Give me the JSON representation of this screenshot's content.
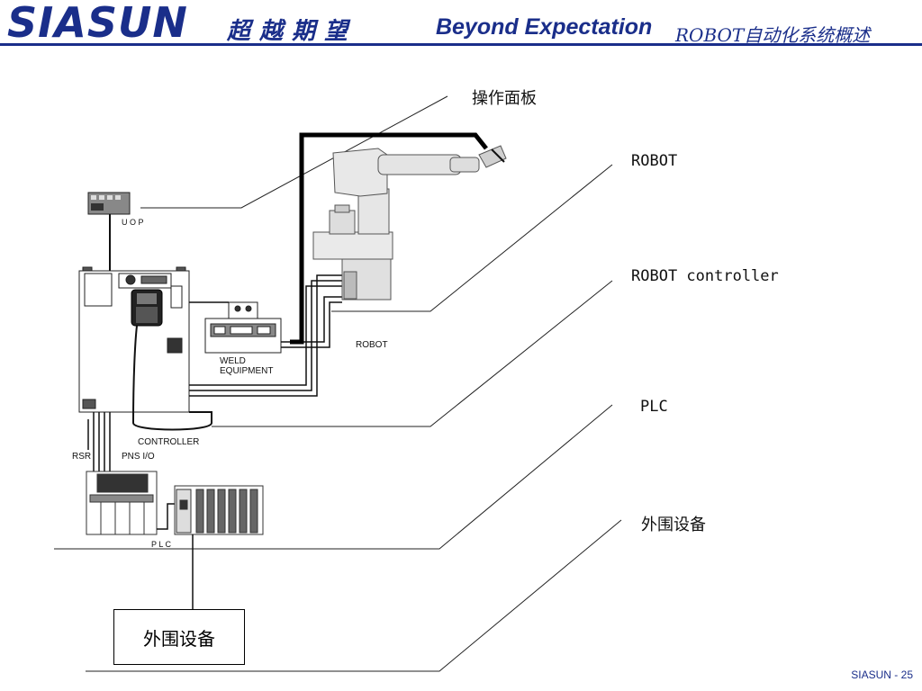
{
  "header": {
    "logo_text": "SIASUN",
    "slogan_cn": "超越期望",
    "slogan_en": "Beyond Expectation",
    "section_title": "ROBOT自动化系统概述",
    "brand_color": "#1a2e8a"
  },
  "diagram": {
    "uop_label": "U O P",
    "robot_label": "ROBOT",
    "weld_label_line1": "WELD",
    "weld_label_line2": "EQUIPMENT",
    "controller_label": "CONTROLLER",
    "rsr_label": "RSR",
    "pns_label": "PNS  I/O",
    "plc_label": "P L C"
  },
  "callouts": {
    "operator_panel": "操作面板",
    "robot": "ROBOT",
    "robot_controller": "ROBOT controller",
    "plc": "PLC",
    "peripheral": "外围设备"
  },
  "peripheral_box": "外围设备",
  "footer": "SIASUN - 25"
}
